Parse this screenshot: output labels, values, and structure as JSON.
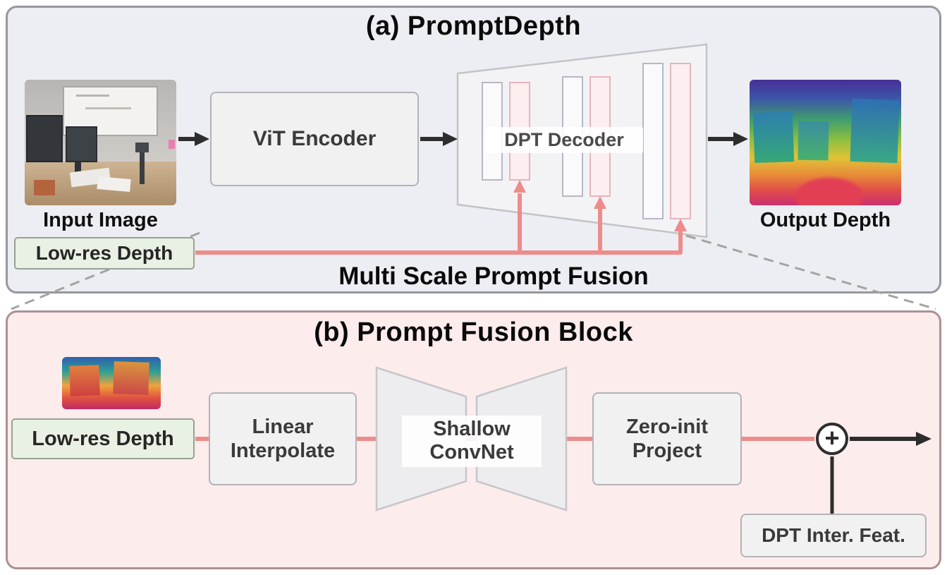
{
  "panel_a": {
    "title": "(a) PromptDepth",
    "input_image_label": "Input Image",
    "vit_encoder_label": "ViT Encoder",
    "dpt_decoder_label": "DPT Decoder",
    "output_depth_label": "Output Depth",
    "low_res_depth_label": "Low-res Depth",
    "fusion_caption": "Multi Scale Prompt Fusion"
  },
  "panel_b": {
    "title": "(b) Prompt Fusion Block",
    "low_res_depth_label": "Low-res Depth",
    "linear_interpolate_label": "Linear Interpolate",
    "shallow_convnet_label": "Shallow ConvNet",
    "zero_init_project_label": "Zero-init Project",
    "plus_symbol": "+",
    "dpt_inter_feat_label": "DPT Inter. Feat."
  },
  "colors": {
    "panel_a_bg": "#edeef3",
    "panel_b_bg": "#fdecec",
    "module_bg": "#f1f1f2",
    "low_res_bg": "#e9f1e5",
    "prompt_red": "#ee8b8b",
    "arrow_black": "#2d2d2d"
  }
}
